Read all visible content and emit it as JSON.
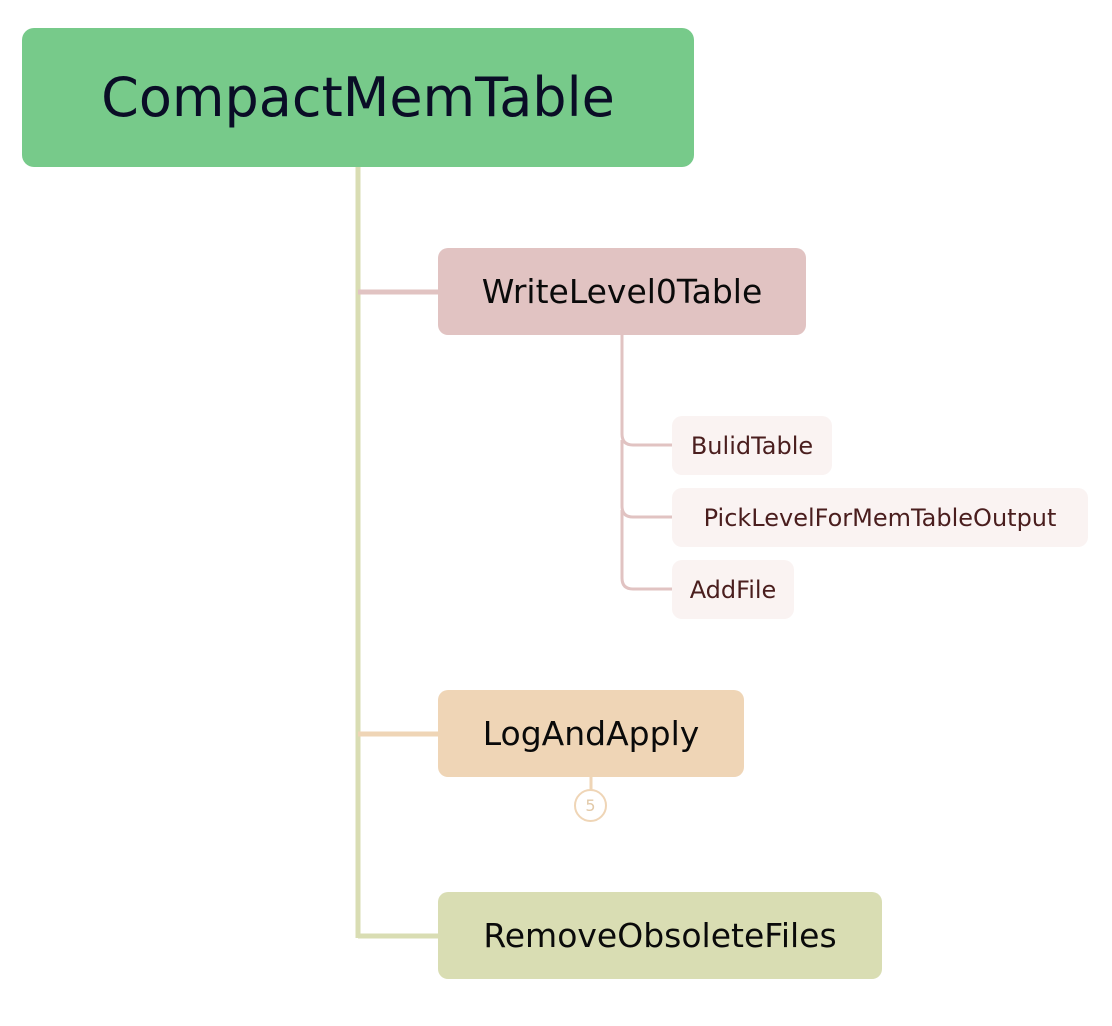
{
  "diagram": {
    "root": {
      "label": "CompactMemTable",
      "color": "#77ca8a"
    },
    "children": [
      {
        "label": "WriteLevel0Table",
        "color": "#e1c3c2",
        "children": [
          {
            "label": "BulidTable"
          },
          {
            "label": "PickLevelForMemTableOutput"
          },
          {
            "label": "AddFile"
          }
        ]
      },
      {
        "label": "LogAndApply",
        "color": "#efd5b6",
        "collapsed_count": "5"
      },
      {
        "label": "RemoveObsoleteFiles",
        "color": "#d9ddb3"
      }
    ],
    "connector_colors": {
      "trunk": "#d9ddb3",
      "write_branch": "#e1c3c2",
      "log_branch": "#efd5b6"
    }
  }
}
